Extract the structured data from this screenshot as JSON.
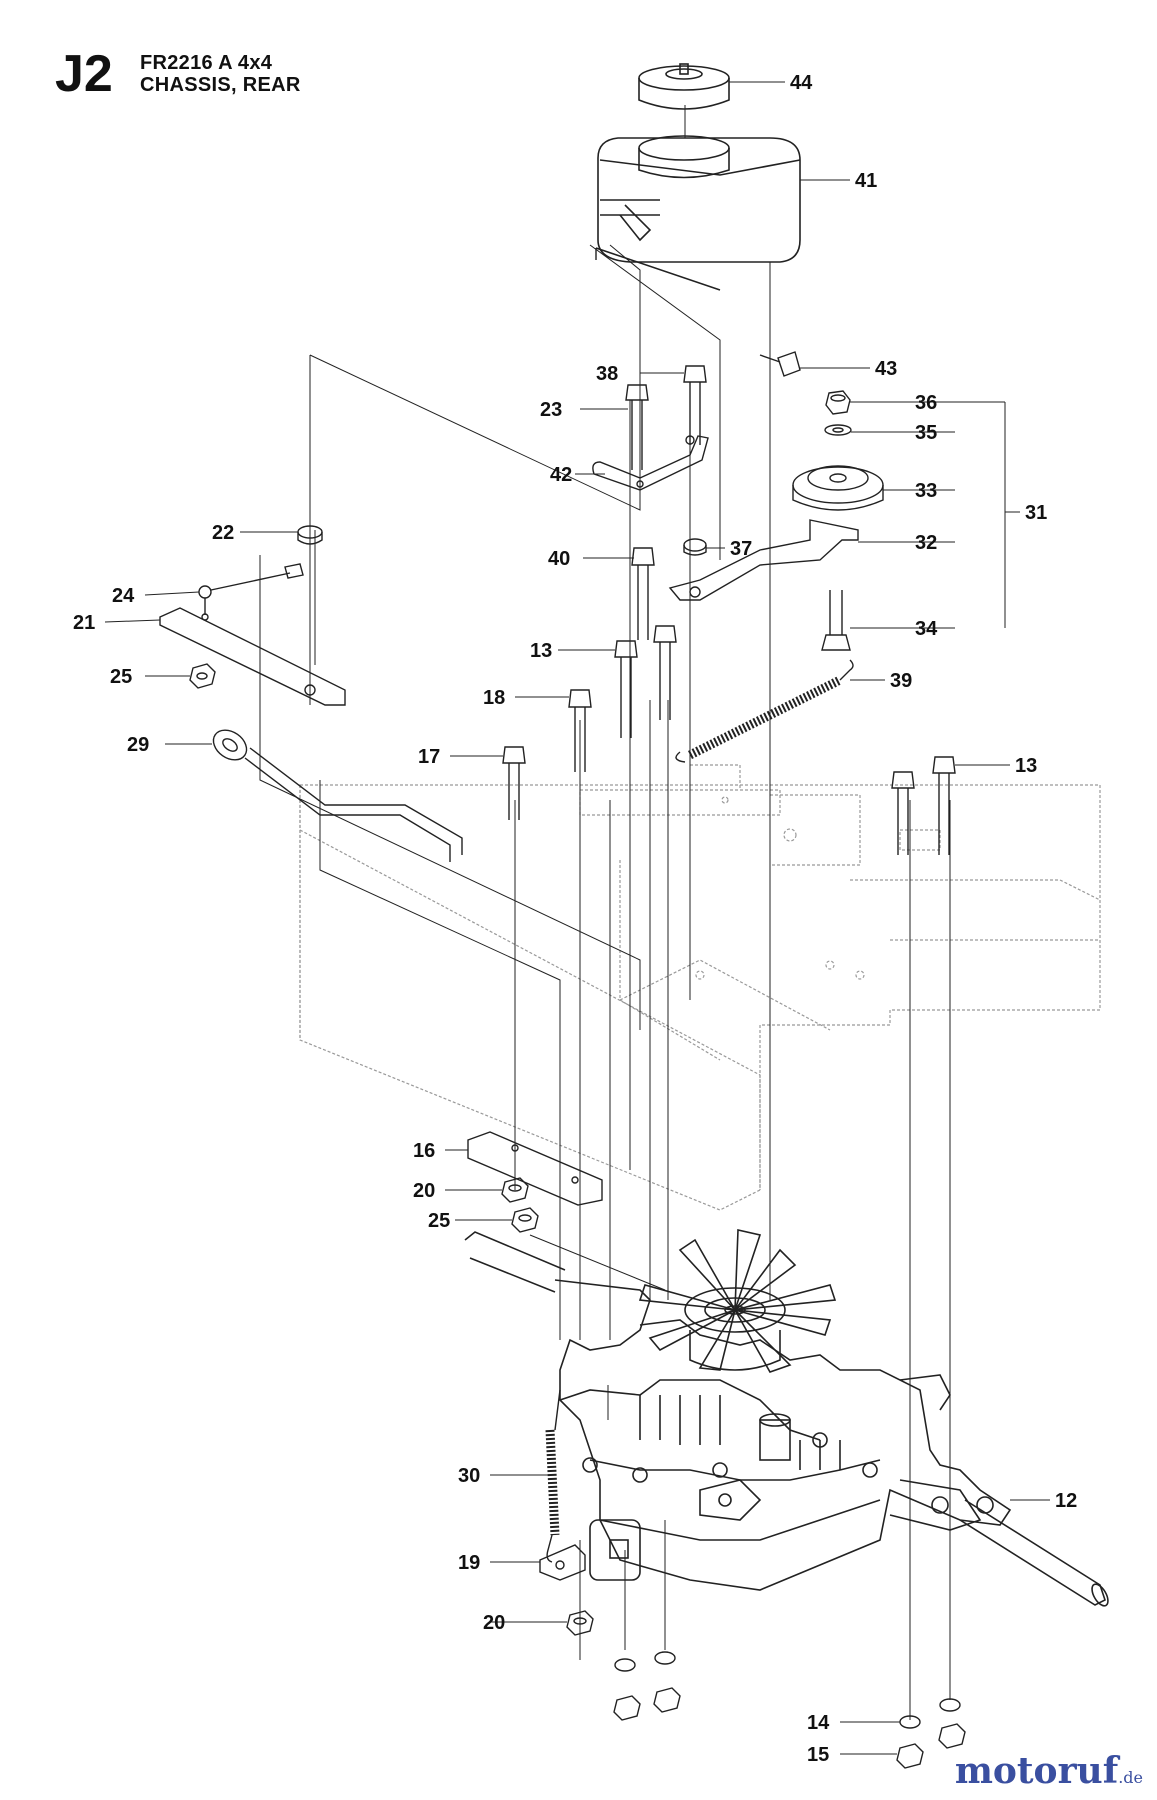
{
  "header": {
    "code": "J2",
    "model": "FR2216 A 4x4",
    "section": "CHASSIS, REAR"
  },
  "logo": {
    "brand": "motoruf",
    "tld": ".de",
    "color": "#3a4fa0"
  },
  "callouts": [
    "44",
    "41",
    "43",
    "38",
    "23",
    "36",
    "35",
    "42",
    "33",
    "31",
    "32",
    "22",
    "37",
    "40",
    "24",
    "21",
    "34",
    "13",
    "25",
    "39",
    "18",
    "29",
    "17",
    "13",
    "16",
    "20",
    "25",
    "30",
    "12",
    "19",
    "20",
    "14",
    "15"
  ]
}
